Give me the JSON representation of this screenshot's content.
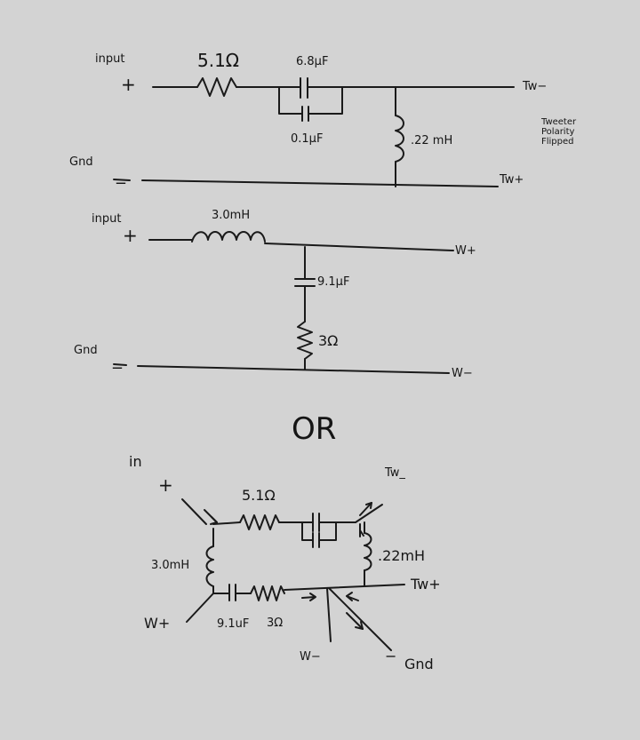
{
  "top_circuit": {
    "input_label": "input",
    "plus": "+",
    "resistor": "5.1Ω",
    "cap_main": "6.8μF",
    "cap_bypass": "0.1μF",
    "inductor": ".22 mH",
    "gnd_label": "Gnd",
    "minus": "_",
    "out_top": "Tw−",
    "out_bottom": "Tw+",
    "note": "Tweeter Polarity Flipped"
  },
  "middle_circuit": {
    "input_label": "input",
    "plus": "+",
    "inductor": "3.0mH",
    "cap": "9.1μF",
    "resistor": "3Ω",
    "gnd_label": "Gnd",
    "minus": "_",
    "out_top": "W+",
    "out_bottom": "W−"
  },
  "or_label": "OR",
  "bottom_circuit": {
    "in_label": "in",
    "plus": "+",
    "resistor": "5.1Ω",
    "inductor_left": "3.0mH",
    "inductor_right": ".22mH",
    "cap": "9.1uF",
    "resistor_bottom": "3Ω",
    "tw_minus": "Tw_",
    "tw_plus": "Tw+",
    "w_plus": "W+",
    "w_minus": "W−",
    "gnd_minus": "−",
    "gnd_label": "Gnd"
  }
}
